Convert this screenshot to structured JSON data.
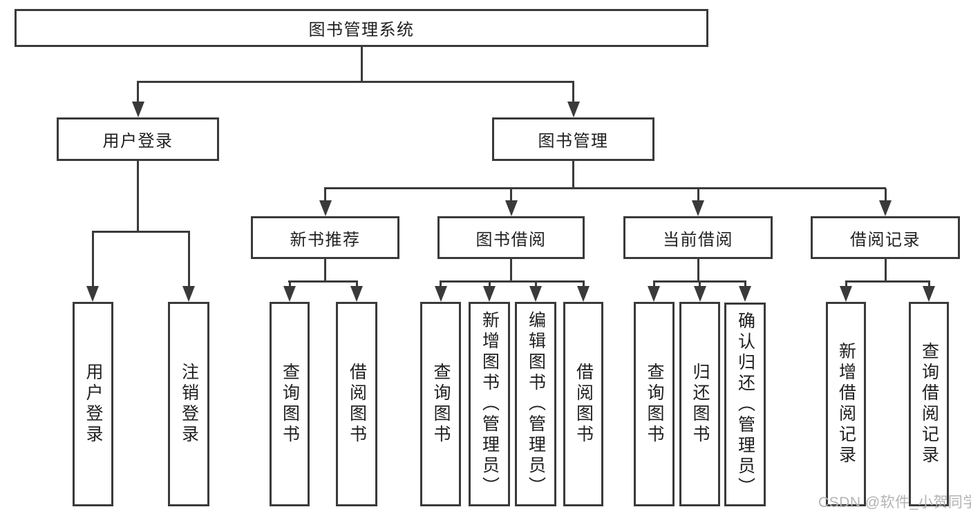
{
  "root": {
    "label": "图书管理系统"
  },
  "level2": {
    "user_login": {
      "label": "用户登录"
    },
    "book_management": {
      "label": "图书管理"
    }
  },
  "level3": {
    "new_book_recommend": {
      "label": "新书推荐"
    },
    "book_borrowing": {
      "label": "图书借阅"
    },
    "current_borrowing": {
      "label": "当前借阅"
    },
    "borrowing_records": {
      "label": "借阅记录"
    }
  },
  "leaves": {
    "user_login": {
      "login": "用户登录",
      "logout": "注销登录"
    },
    "new_book_recommend": {
      "query": "查询图书",
      "borrow": "借阅图书"
    },
    "book_borrowing": {
      "query": "查询图书",
      "add": "新增图书（管理员）",
      "edit": "编辑图书（管理员）",
      "borrow": "借阅图书"
    },
    "current_borrowing": {
      "query": "查询图书",
      "return": "归还图书",
      "confirm": "确认归还（管理员）"
    },
    "borrowing_records": {
      "add": "新增借阅记录",
      "query": "查询借阅记录"
    }
  },
  "watermark": "CSDN @软件_小贺同学",
  "colors": {
    "line": "#3a3a3a",
    "text": "#1f1f1f",
    "watermark": "#b3b3b3",
    "background": "#ffffff"
  }
}
